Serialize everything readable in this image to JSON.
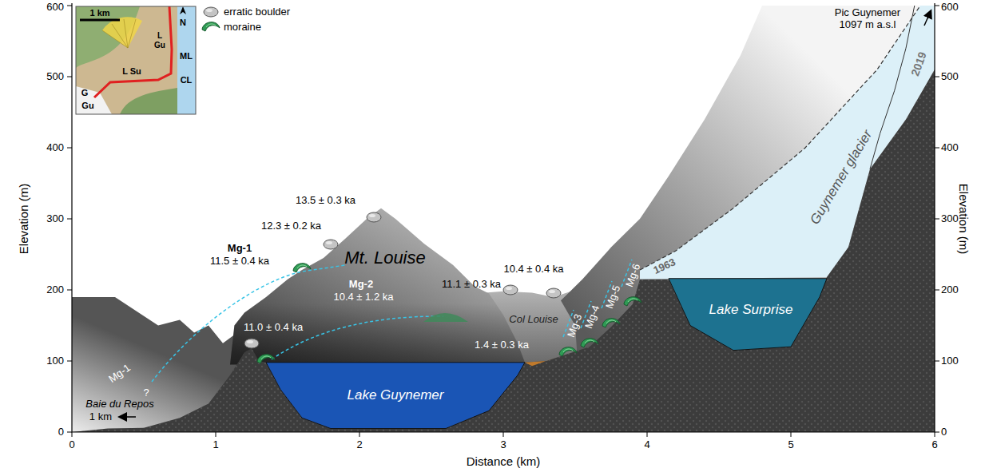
{
  "diagram": {
    "nodes": [
      {
        "text": [
          "Lake Guynemer"
        ]
      },
      {
        "text": [
          "Lake Surprise"
        ]
      }
    ],
    "labels": [
      "1 km",
      "N",
      "L Gu",
      "ML",
      "CL",
      "L Su",
      "G",
      "Gu",
      "Pic Guynemer 1097 m a.s.l",
      "13.5 ± 0.3 ka",
      "12.3 ± 0.2 ka",
      "Mg-1",
      "11.5 ± 0.4 ka",
      "Mt. Louise",
      "Mg-2",
      "10.4 ± 1.2 ka",
      "11.0 ± 0.4 ka",
      "11.1 ± 0.3 ka",
      "10.4 ± 0.4 ka",
      "Col Louise",
      "1.4 ± 0.3 ka",
      "Mg-3",
      "Mg-4",
      "Mg-5",
      "Mg-6",
      "1963",
      "Guynemer glacier",
      "2019",
      "Mg-1",
      "?",
      "Baie du Repos",
      "1 km",
      "0",
      "100",
      "200",
      "300",
      "400",
      "500",
      "600",
      "0",
      "100",
      "200",
      "300",
      "400",
      "500",
      "600",
      "0",
      "1",
      "2",
      "3",
      "4",
      "5",
      "6",
      "Elevation (m)",
      "Elevation (m)",
      "Distance (km)"
    ],
    "legend": [
      {
        "text": "erratic boulder"
      },
      {
        "text": "moraine"
      }
    ]
  }
}
